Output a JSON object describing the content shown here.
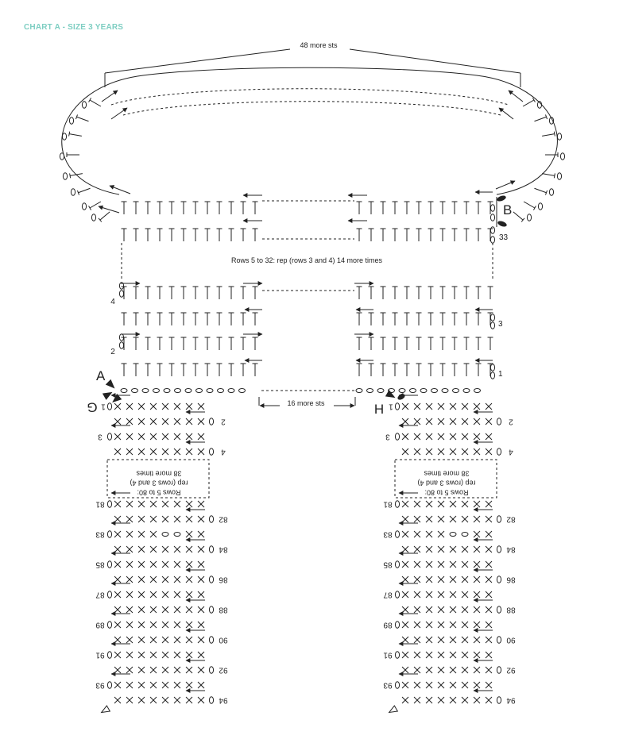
{
  "title": "CHART A - SIZE 3 YEARS",
  "colors": {
    "title": "#7ecec2",
    "ink": "#222222",
    "background": "#ffffff"
  },
  "yoke": {
    "top_note": "48 more sts",
    "middle_note": "Rows 5 to 32: rep (rows 3 and 4) 14 more times",
    "bottom_note": "16 more sts",
    "rows_left": [
      "4",
      "2"
    ],
    "rows_right": [
      "33",
      "3",
      "1"
    ],
    "markers": [
      "A",
      "B"
    ]
  },
  "sleeves": [
    {
      "marker": "G",
      "start_label": "1",
      "rep_note": [
        "Rows 5 to 80:",
        "rep (rows 3 and 4)",
        "38 more times"
      ],
      "rows_left": [
        "3",
        "81",
        "83",
        "85",
        "87",
        "89",
        "91",
        "93"
      ],
      "rows_right": [
        "2",
        "4",
        "82",
        "84",
        "86",
        "88",
        "90",
        "92",
        "94"
      ]
    },
    {
      "marker": "H",
      "start_label": "1",
      "rep_note": [
        "Rows 5 to 80:",
        "rep (rows 3 and 4)",
        "38 more times"
      ],
      "rows_left": [
        "3",
        "81",
        "83",
        "85",
        "87",
        "89",
        "91",
        "93"
      ],
      "rows_right": [
        "2",
        "4",
        "82",
        "84",
        "86",
        "88",
        "90",
        "92",
        "94"
      ]
    }
  ]
}
